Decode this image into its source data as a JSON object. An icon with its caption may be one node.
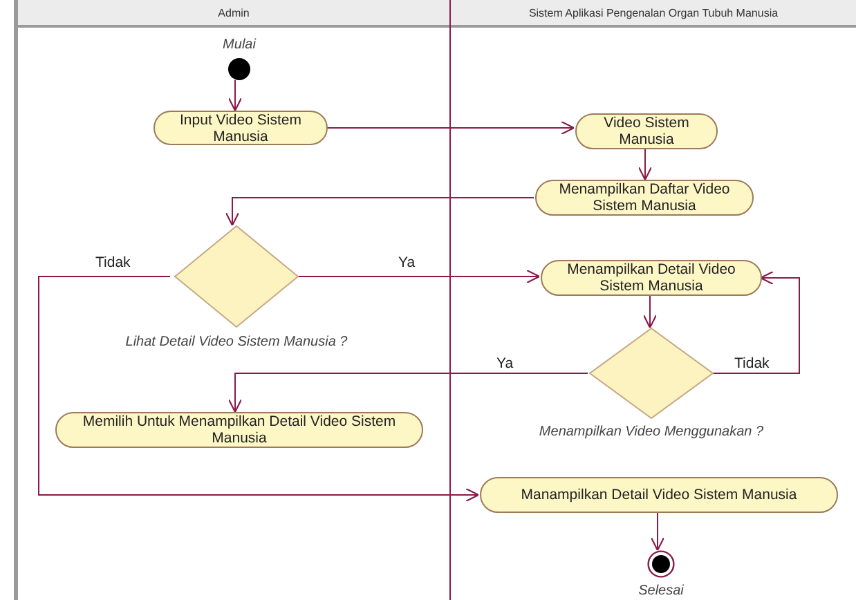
{
  "diagram": {
    "nodes": [
      {
        "text": [
          "Admin"
        ]
      },
      {
        "text": [
          "Sistem Aplikasi Pengenalan Organ Tubuh Manusia"
        ]
      },
      {
        "text": [],
        "shape": "circle",
        "in": 0,
        "beside": [
          "Mulai"
        ]
      },
      {
        "text": [
          "Input Video Sistem Manusia"
        ],
        "in": 0
      },
      {
        "text": [
          "Video Sistem Manusia"
        ],
        "in": 1
      },
      {
        "text": [
          "Menampilkan Daftar Video Sistem Manusia"
        ],
        "in": 1
      },
      {
        "text": [],
        "shape": "diamond",
        "in": 0,
        "beside": [
          "Lihat Detail Video Sistem Manusia ?"
        ]
      },
      {
        "text": [
          "Menampilkan Detail Video Sistem Manusia"
        ],
        "in": 1
      },
      {
        "text": [],
        "shape": "diamond",
        "in": 1,
        "beside": [
          "Menampilkan Video Menggunakan ?"
        ]
      },
      {
        "text": [
          "Memilih Untuk Menampilkan Detail Video Sistem Manusia"
        ],
        "in": 0
      },
      {
        "text": [
          "Manampilkan Detail Video Sistem Manusia"
        ],
        "in": 1
      },
      {
        "text": [],
        "shape": "circle",
        "in": 1,
        "beside": [
          "Selesai"
        ]
      }
    ],
    "edges": [
      {
        "from": 2,
        "to": 3,
        "arrow": "to"
      },
      {
        "from": 3,
        "to": 4,
        "arrow": "to"
      },
      {
        "from": 4,
        "to": 5,
        "arrow": "to"
      },
      {
        "from": 5,
        "to": 6,
        "arrow": "to"
      },
      {
        "from": 6,
        "to": 7,
        "arrow": "to",
        "label": "Ya"
      },
      {
        "from": 6,
        "to": 10,
        "arrow": "to",
        "label": "Tidak"
      },
      {
        "from": 7,
        "to": 8,
        "arrow": "to"
      },
      {
        "from": 8,
        "to": 9,
        "arrow": "to",
        "label": "Ya"
      },
      {
        "from": 8,
        "to": 7,
        "arrow": "to",
        "label": "Tidak"
      },
      {
        "from": 10,
        "to": 11,
        "arrow": "to"
      }
    ]
  }
}
